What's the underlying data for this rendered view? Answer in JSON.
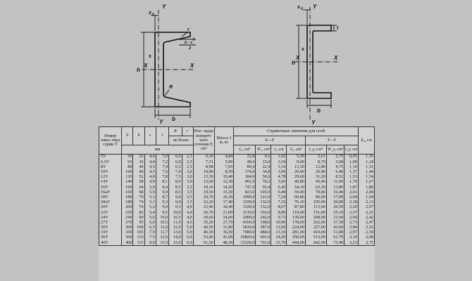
{
  "drawing_left": {
    "axis_x": "X",
    "axis_y": "Y",
    "x0": "x",
    "x0_sub": "0",
    "h": "h",
    "b": "b",
    "s": "s",
    "t": "t",
    "R": "R",
    "r": "r",
    "slope_num": "b - s",
    "slope_den": "2"
  },
  "drawing_right": {
    "axis_x": "X",
    "axis_y": "Y",
    "x0": "x",
    "x0_sub": "0",
    "h": "h",
    "b": "b",
    "s": "s",
    "t": "t"
  },
  "table": {
    "header": {
      "col_name": "Номер швел лера серии У",
      "h": "h",
      "b": "b",
      "s": "s",
      "t": "t",
      "R": "R",
      "r": "r",
      "not_more": "не более",
      "mm": "мм",
      "area": "Пло- щадь попереч- ного сечения F, см²",
      "mass": "Масса 1 м, кг",
      "reference": "Справочные значения для осей",
      "xx": "X—X",
      "yy": "Y—Y",
      "Ix": "Iₓ, см⁴",
      "Wx": "Wₓ, см³",
      "ix": "iₓ, см",
      "Sx": "Sₓ, см³",
      "Iy": "I_y, см⁴",
      "Wy": "W_y, см³",
      "iy": "i_y, см",
      "x0": "X₀, см"
    },
    "rows": [
      [
        "5У",
        "50",
        "32",
        "4,4",
        "7,0",
        "6,0",
        "2,5",
        "6,16",
        "4,84",
        "22,8",
        "9,1",
        "1,92",
        "5,59",
        "5,61",
        "2,75",
        "0,95",
        "1,16"
      ],
      [
        "6,5У",
        "65",
        "36",
        "4,4",
        "7,2",
        "6,0",
        "2,5",
        "7,51",
        "5,90",
        "48,6",
        "15,0",
        "2,54",
        "9,00",
        "8,70",
        "3,68",
        "1,08",
        "1,24"
      ],
      [
        "8У",
        "80",
        "40",
        "4,5",
        "7,4",
        "6,5",
        "2,5",
        "8,98",
        "7,05",
        "89,4",
        "22,4",
        "3,16",
        "13,30",
        "12,80",
        "4,75",
        "1,19",
        "1,31"
      ],
      [
        "10У",
        "100",
        "46",
        "4,5",
        "7,6",
        "7,0",
        "3,0",
        "10,90",
        "8,59",
        "174,0",
        "34,8",
        "3,99",
        "20,40",
        "20,40",
        "6,46",
        "1,37",
        "1,44"
      ],
      [
        "12У",
        "120",
        "52",
        "4,8",
        "7,8",
        "7,5",
        "3,0",
        "13,30",
        "10,40",
        "304,0",
        "50,6",
        "4,78",
        "29,60",
        "31,20",
        "8,52",
        "1,53",
        "1,54"
      ],
      [
        "14У",
        "140",
        "58",
        "4,9",
        "8,1",
        "8,0",
        "3,0",
        "15,60",
        "12,30",
        "491,0",
        "70,2",
        "5,60",
        "40,80",
        "45,40",
        "11,00",
        "1,70",
        "1,67"
      ],
      [
        "16У",
        "160",
        "64",
        "5,0",
        "8,4",
        "8,5",
        "3,5",
        "18,10",
        "14,20",
        "747,0",
        "93,4",
        "6,42",
        "54,10",
        "63,30",
        "13,80",
        "1,87",
        "1,80"
      ],
      [
        "16аУ",
        "160",
        "68",
        "5,0",
        "9,0",
        "8,5",
        "3,5",
        "19,50",
        "15,30",
        "823,0",
        "103,0",
        "6,49",
        "59,40",
        "78,80",
        "16,40",
        "2,01",
        "2,00"
      ],
      [
        "18У",
        "180",
        "70",
        "5,1",
        "8,7",
        "9,0",
        "3,5",
        "20,70",
        "16,30",
        "1090,0",
        "121,0",
        "7,24",
        "69,80",
        "86,00",
        "17,00",
        "2,04",
        "1,94"
      ],
      [
        "18аУ",
        "180",
        "74",
        "5,1",
        "9,3",
        "9,0",
        "3,5",
        "22,20",
        "17,40",
        "1190,0",
        "132,0",
        "7,32",
        "76,10",
        "105,00",
        "20,00",
        "2,18",
        "2,13"
      ],
      [
        "20У",
        "200",
        "76",
        "5,2",
        "9,0",
        "9,5",
        "4,0",
        "23,40",
        "18,40",
        "1520,0",
        "152,0",
        "8,07",
        "87,80",
        "113,00",
        "20,50",
        "2,20",
        "2,07"
      ],
      [
        "22У",
        "220",
        "82",
        "5,4",
        "9,5",
        "10,0",
        "4,0",
        "26,70",
        "21,00",
        "2110,0",
        "192,0",
        "8,89",
        "110,00",
        "151,00",
        "25,10",
        "2,37",
        "2,21"
      ],
      [
        "24У",
        "240",
        "90",
        "5,6",
        "10,0",
        "10,5",
        "4,0",
        "30,60",
        "24,00",
        "2900,0",
        "242,0",
        "9,73",
        "139,00",
        "208,00",
        "31,60",
        "2,60",
        "2,42"
      ],
      [
        "27У",
        "270",
        "95",
        "6,0",
        "10,5",
        "11,0",
        "4,5",
        "35,20",
        "27,70",
        "4160,0",
        "308,0",
        "10,90",
        "178,00",
        "262,00",
        "37,30",
        "2,73",
        "2,47"
      ],
      [
        "30У",
        "300",
        "100",
        "6,5",
        "11,0",
        "12,0",
        "5,0",
        "40,50",
        "31,80",
        "5810,0",
        "387,0",
        "12,00",
        "224,00",
        "327,00",
        "43,60",
        "2,84",
        "2,52"
      ],
      [
        "33У",
        "330",
        "105",
        "7,0",
        "11,7",
        "13,0",
        "5,0",
        "46,50",
        "36,50",
        "7980,0",
        "484,0",
        "13,10",
        "281,00",
        "410,00",
        "51,80",
        "2,97",
        "2,59"
      ],
      [
        "36У",
        "360",
        "110",
        "7,5",
        "12,6",
        "14,0",
        "6,0",
        "53,40",
        "41,90",
        "10820,0",
        "601,0",
        "14,20",
        "350,00",
        "513,00",
        "61,70",
        "3,10",
        "2,68"
      ],
      [
        "40У",
        "400",
        "115",
        "8,0",
        "13,5",
        "15,0",
        "6,0",
        "61,50",
        "48,30",
        "15220,0",
        "761,0",
        "15,70",
        "444,00",
        "642,00",
        "73,40",
        "3,23",
        "2,75"
      ]
    ]
  }
}
